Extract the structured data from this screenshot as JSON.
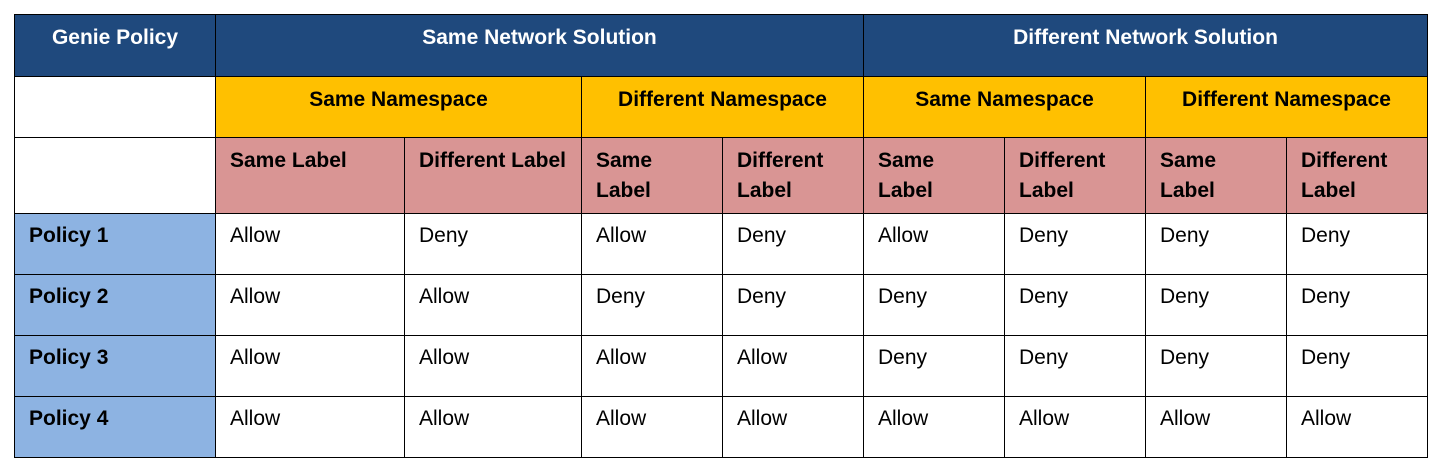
{
  "header": {
    "policy_col": "Genie Policy",
    "groups": [
      "Same Network Solution",
      "Different Network Solution"
    ],
    "namespaces": [
      "Same Namespace",
      "Different Namespace",
      "Same Namespace",
      "Different Namespace"
    ],
    "labels": [
      "Same Label",
      "Different Label",
      "Same Label",
      "Different Label",
      "Same Label",
      "Different Label",
      "Same Label",
      "Different Label"
    ]
  },
  "rows": [
    {
      "name": "Policy 1",
      "values": [
        "Allow",
        "Deny",
        "Allow",
        "Deny",
        "Allow",
        "Deny",
        "Deny",
        "Deny"
      ]
    },
    {
      "name": "Policy 2",
      "values": [
        "Allow",
        "Allow",
        "Deny",
        "Deny",
        "Deny",
        "Deny",
        "Deny",
        "Deny"
      ]
    },
    {
      "name": "Policy 3",
      "values": [
        "Allow",
        "Allow",
        "Allow",
        "Allow",
        "Deny",
        "Deny",
        "Deny",
        "Deny"
      ]
    },
    {
      "name": "Policy 4",
      "values": [
        "Allow",
        "Allow",
        "Allow",
        "Allow",
        "Allow",
        "Allow",
        "Allow",
        "Allow"
      ]
    }
  ],
  "colors": {
    "header_blue": "#1f497d",
    "namespace_gold": "#ffc000",
    "label_rose": "#d99594",
    "rowhead_blue": "#8db3e2"
  }
}
